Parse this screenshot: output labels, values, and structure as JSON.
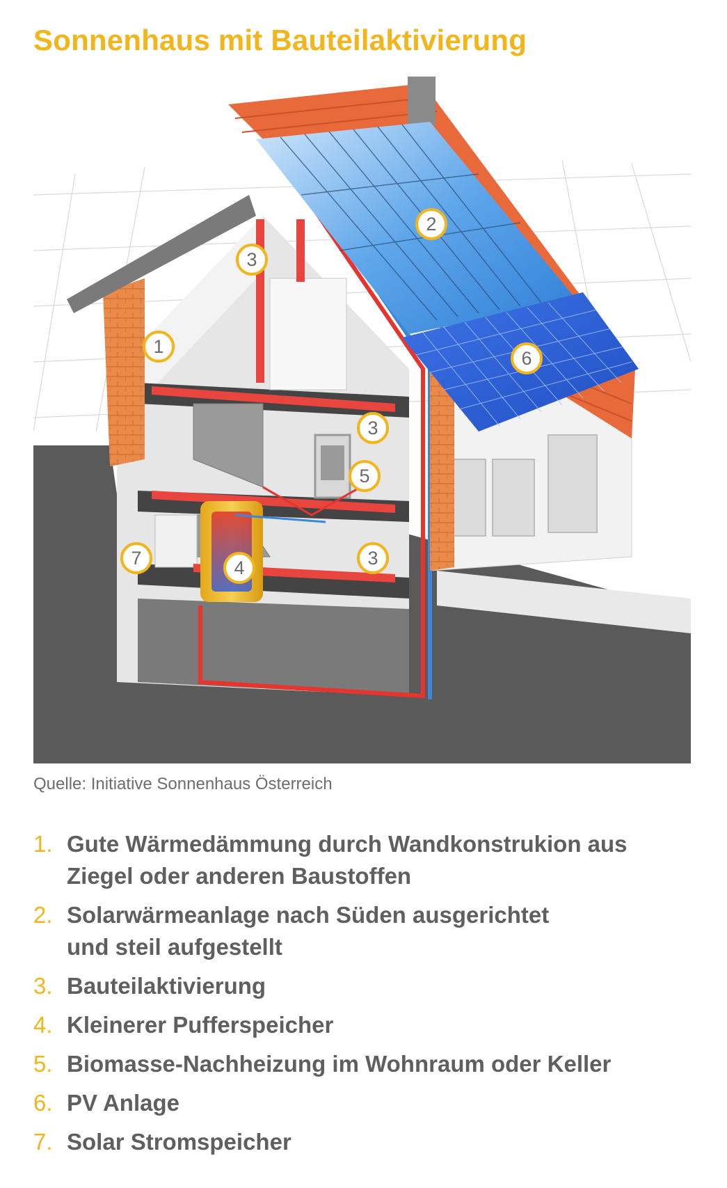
{
  "title": "Sonnenhaus mit Bauteilaktivierung",
  "source": "Quelle: Initiative Sonnenhaus Österreich",
  "colors": {
    "accent": "#f2b51c",
    "text": "#5f5f5f",
    "roof_tile": "#e8693a",
    "solar_thermal": "#5a9fe6",
    "pv_panel": "#2f5fd4",
    "brick": "#e98a4a",
    "pipe_hot": "#e8342e",
    "pipe_cold": "#3a86d8",
    "ground": "#5a5a5a"
  },
  "badges": [
    {
      "id": "b1",
      "label": "1"
    },
    {
      "id": "b2",
      "label": "2"
    },
    {
      "id": "b3a",
      "label": "3"
    },
    {
      "id": "b3b",
      "label": "3"
    },
    {
      "id": "b3c",
      "label": "3"
    },
    {
      "id": "b4",
      "label": "4"
    },
    {
      "id": "b5",
      "label": "5"
    },
    {
      "id": "b6",
      "label": "6"
    },
    {
      "id": "b7",
      "label": "7"
    }
  ],
  "legend": [
    {
      "num": "1.",
      "text": "Gute Wärmedämmung durch Wandkonstrukion aus Ziegel oder anderen Baustoffen"
    },
    {
      "num": "2.",
      "text": "Solarwärmeanlage nach Süden ausgerichtet und steil aufgestellt"
    },
    {
      "num": "3.",
      "text": "Bauteilaktivierung"
    },
    {
      "num": "4.",
      "text": "Kleinerer Pufferspeicher"
    },
    {
      "num": "5.",
      "text": "Biomasse-Nachheizung im Wohnraum oder Keller"
    },
    {
      "num": "6.",
      "text": "PV Anlage"
    },
    {
      "num": "7.",
      "text": "Solar Stromspeicher"
    }
  ]
}
